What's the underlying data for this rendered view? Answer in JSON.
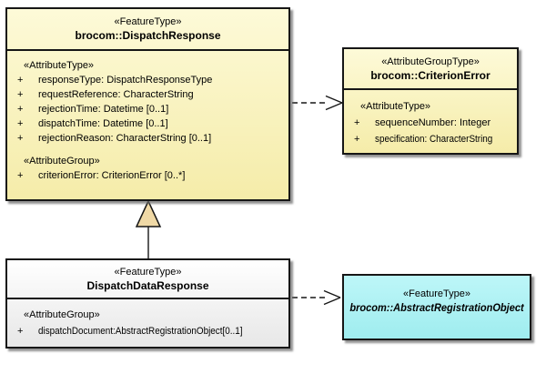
{
  "palette": {
    "border": "#161616",
    "yellow_top": "#FDFAD8",
    "yellow_bottom": "#F5ECA9",
    "gray_top": "#FFFFFF",
    "gray_bottom": "#E7E7E7",
    "cyan_top": "#BDF6F8",
    "cyan_bottom": "#9FEDEF",
    "triangle_fill": "#F0D9A6",
    "shadow": "#9A9A9A"
  },
  "boxes": {
    "dispatch_response": {
      "stereotype": "«FeatureType»",
      "name": "brocom::DispatchResponse",
      "group1_label": "«AttributeType»",
      "attrs1": [
        {
          "vis": "+",
          "text": "responseType: DispatchResponseType"
        },
        {
          "vis": "+",
          "text": "requestReference: CharacterString"
        },
        {
          "vis": "+",
          "text": "rejectionTime: Datetime [0..1]"
        },
        {
          "vis": "+",
          "text": "dispatchTime: Datetime [0..1]"
        },
        {
          "vis": "+",
          "text": "rejectionReason: CharacterString [0..1]"
        }
      ],
      "group2_label": "«AttributeGroup»",
      "attrs2": [
        {
          "vis": "+",
          "text": "criterionError: CriterionError [0..*]"
        }
      ]
    },
    "criterion_error": {
      "stereotype": "«AttributeGroupType»",
      "name": "brocom::CriterionError",
      "group1_label": "«AttributeType»",
      "attrs1": [
        {
          "vis": "+",
          "text": "sequenceNumber: Integer"
        },
        {
          "vis": "+",
          "text": "specification: CharacterString"
        }
      ]
    },
    "dispatch_data_response": {
      "stereotype": "«FeatureType»",
      "name": "DispatchDataResponse",
      "group1_label": "«AttributeGroup»",
      "attrs1": [
        {
          "vis": "+",
          "text": "dispatchDocument:AbstractRegistrationObject[0..1]"
        }
      ]
    },
    "abstract_registration_object": {
      "stereotype": "«FeatureType»",
      "name": "brocom::AbstractRegistrationObject"
    }
  },
  "connectors": [
    {
      "type": "generalization",
      "from": "DispatchDataResponse",
      "to": "brocom::DispatchResponse"
    },
    {
      "type": "dependency",
      "from": "brocom::DispatchResponse",
      "to": "brocom::CriterionError",
      "line": "dashed-open-arrow"
    },
    {
      "type": "dependency",
      "from": "DispatchDataResponse",
      "to": "brocom::AbstractRegistrationObject",
      "line": "dashed-open-arrow"
    }
  ]
}
